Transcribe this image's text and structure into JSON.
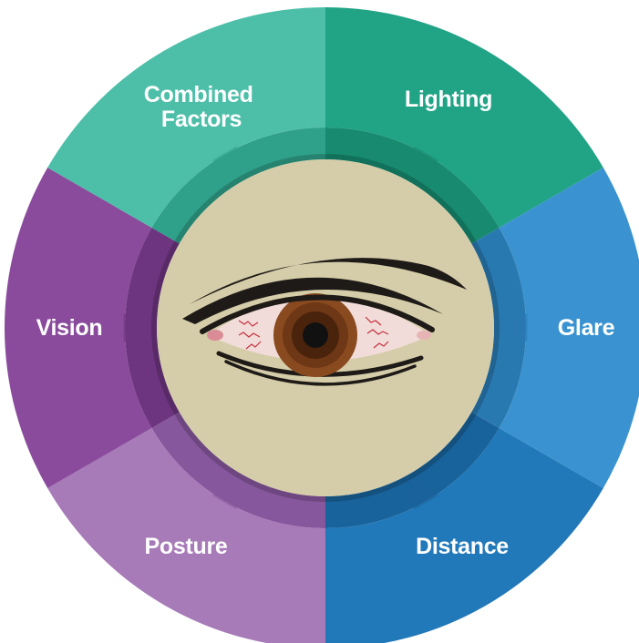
{
  "diagram": {
    "segments": [
      {
        "id": "lighting",
        "lines": [
          "Lighting"
        ],
        "color": "#21A386",
        "inner_color": "#178A6F"
      },
      {
        "id": "glare",
        "lines": [
          "Glare"
        ],
        "color": "#3A93D0",
        "inner_color": "#2979B1"
      },
      {
        "id": "distance",
        "lines": [
          "Distance"
        ],
        "color": "#2279B9",
        "inner_color": "#19639C"
      },
      {
        "id": "posture",
        "lines": [
          "Posture"
        ],
        "color": "#A77AB8",
        "inner_color": "#87579D"
      },
      {
        "id": "vision",
        "lines": [
          "Vision"
        ],
        "color": "#8A4B9C",
        "inner_color": "#6D347F"
      },
      {
        "id": "combined",
        "lines": [
          "Combined",
          "Factors"
        ],
        "color": "#4DBFA8",
        "inner_color": "#2FA089"
      }
    ],
    "center": {
      "icon": "eye-icon",
      "background": "#D5CDA9",
      "iris_color": "#8A4A1F",
      "sclera_color": "#F1DCD9",
      "lash_color": "#1E1A17"
    }
  }
}
